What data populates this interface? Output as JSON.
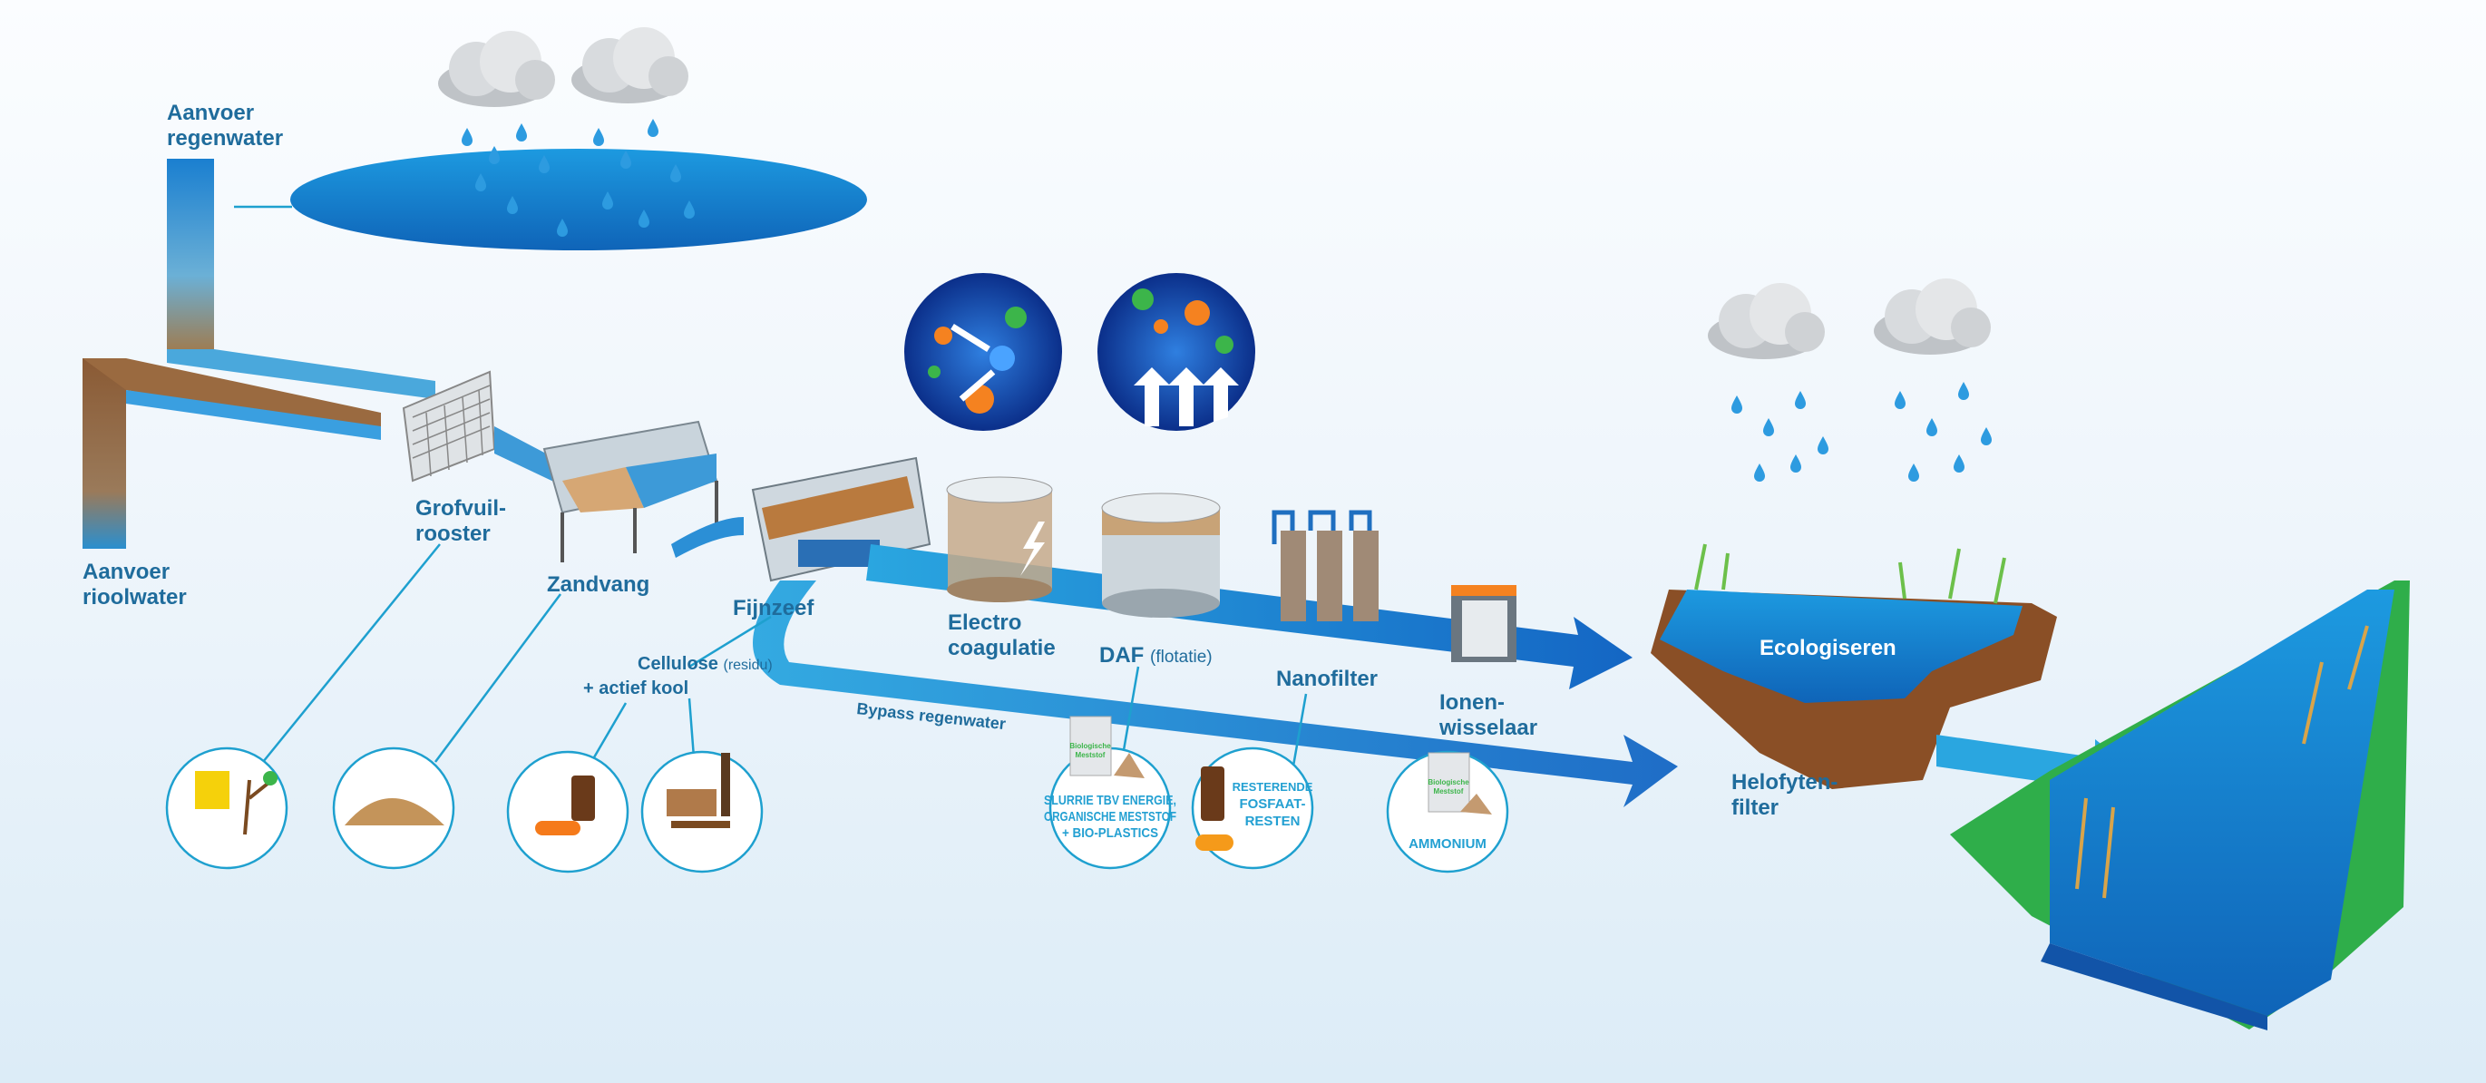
{
  "labels": {
    "rain_supply": [
      "Aanvoer",
      "regenwater"
    ],
    "sewer_supply": [
      "Aanvoer",
      "rioolwater"
    ],
    "coarse_screen": [
      "Grofvuil-",
      "rooster"
    ],
    "sand_trap": "Zandvang",
    "fine_sieve": "Fijnzeef",
    "electro": [
      "Electro",
      "coagulatie"
    ],
    "daf": "DAF",
    "daf_sub": "(flotatie)",
    "nanofilter": "Nanofilter",
    "ion_exchanger": [
      "Ionen-",
      "wisselaar"
    ],
    "ecologiseren": "Ecologiseren",
    "helophyte": [
      "Helofyten-",
      "filter"
    ],
    "cellulose": "Cellulose",
    "cellulose_sub": "(residu)",
    "active_carbon": "+ actief kool",
    "bypass": "Bypass regenwater"
  },
  "products": {
    "slurry": [
      "SLURRIE TBV ENERGIE,",
      "ORGANISCHE MESTSTOF",
      "+ BIO-PLASTICS"
    ],
    "phosphate": [
      "RESTERENDE",
      "FOSFAAT-",
      "RESTEN"
    ],
    "ammonium": "AMMONIUM",
    "bag_label": [
      "Biologische",
      "Meststof"
    ]
  },
  "colors": {
    "text": "#1f6c9c",
    "water": "#1b8fd8",
    "sewer": "#8a5a34",
    "accent": "#1ea0cf"
  }
}
